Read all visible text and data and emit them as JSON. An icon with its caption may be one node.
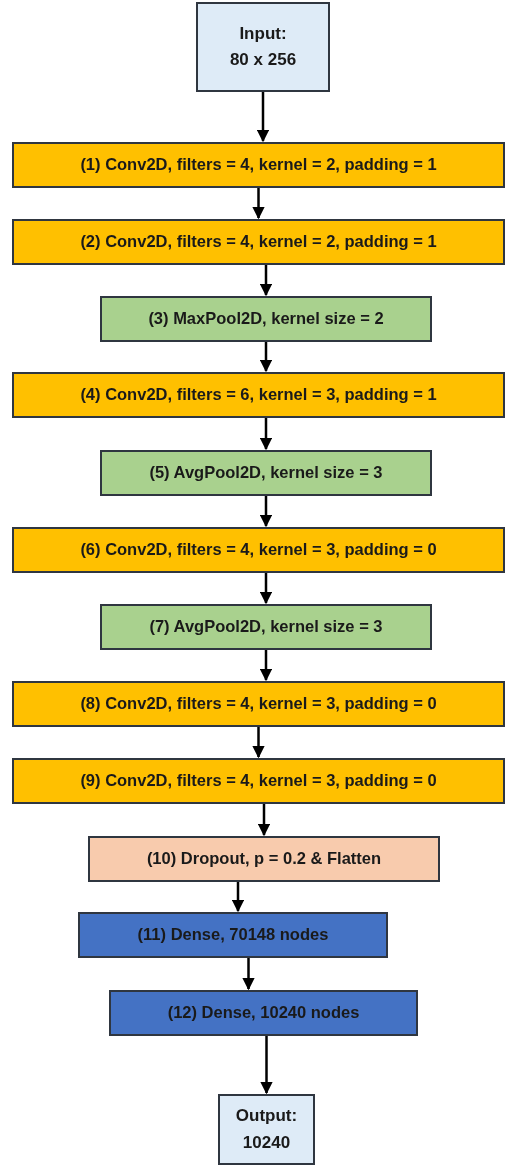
{
  "diagram": {
    "nodes": [
      {
        "text": [
          "Input:",
          "80 x 256"
        ]
      },
      {
        "text": [
          "(1) Conv2D, filters = 4, kernel = 2, padding = 1"
        ]
      },
      {
        "text": [
          "(2) Conv2D, filters = 4, kernel = 2, padding = 1"
        ]
      },
      {
        "text": [
          "(3) MaxPool2D, kernel size = 2"
        ]
      },
      {
        "text": [
          "(4) Conv2D, filters = 6, kernel = 3, padding = 1"
        ]
      },
      {
        "text": [
          "(5) AvgPool2D, kernel size = 3"
        ]
      },
      {
        "text": [
          "(6) Conv2D, filters = 4, kernel = 3, padding = 0"
        ]
      },
      {
        "text": [
          "(7) AvgPool2D, kernel size = 3"
        ]
      },
      {
        "text": [
          "(8) Conv2D, filters = 4, kernel = 3, padding = 0"
        ]
      },
      {
        "text": [
          "(9) Conv2D, filters = 4, kernel = 3, padding = 0"
        ]
      },
      {
        "text": [
          "(10) Dropout, p = 0.2 & Flatten"
        ]
      },
      {
        "text": [
          "(11) Dense, 70148 nodes"
        ]
      },
      {
        "text": [
          "(12) Dense, 10240 nodes"
        ]
      },
      {
        "text": [
          "Output:",
          "10240"
        ]
      }
    ],
    "edges": [
      {
        "from": 0,
        "to": 1,
        "arrow": "to"
      },
      {
        "from": 1,
        "to": 2,
        "arrow": "to"
      },
      {
        "from": 2,
        "to": 3,
        "arrow": "to"
      },
      {
        "from": 3,
        "to": 4,
        "arrow": "to"
      },
      {
        "from": 4,
        "to": 5,
        "arrow": "to"
      },
      {
        "from": 5,
        "to": 6,
        "arrow": "to"
      },
      {
        "from": 6,
        "to": 7,
        "arrow": "to"
      },
      {
        "from": 7,
        "to": 8,
        "arrow": "to"
      },
      {
        "from": 8,
        "to": 9,
        "arrow": "to"
      },
      {
        "from": 9,
        "to": 10,
        "arrow": "to"
      },
      {
        "from": 10,
        "to": 11,
        "arrow": "to"
      },
      {
        "from": 11,
        "to": 12,
        "arrow": "to"
      },
      {
        "from": 12,
        "to": 13,
        "arrow": "to"
      }
    ]
  }
}
